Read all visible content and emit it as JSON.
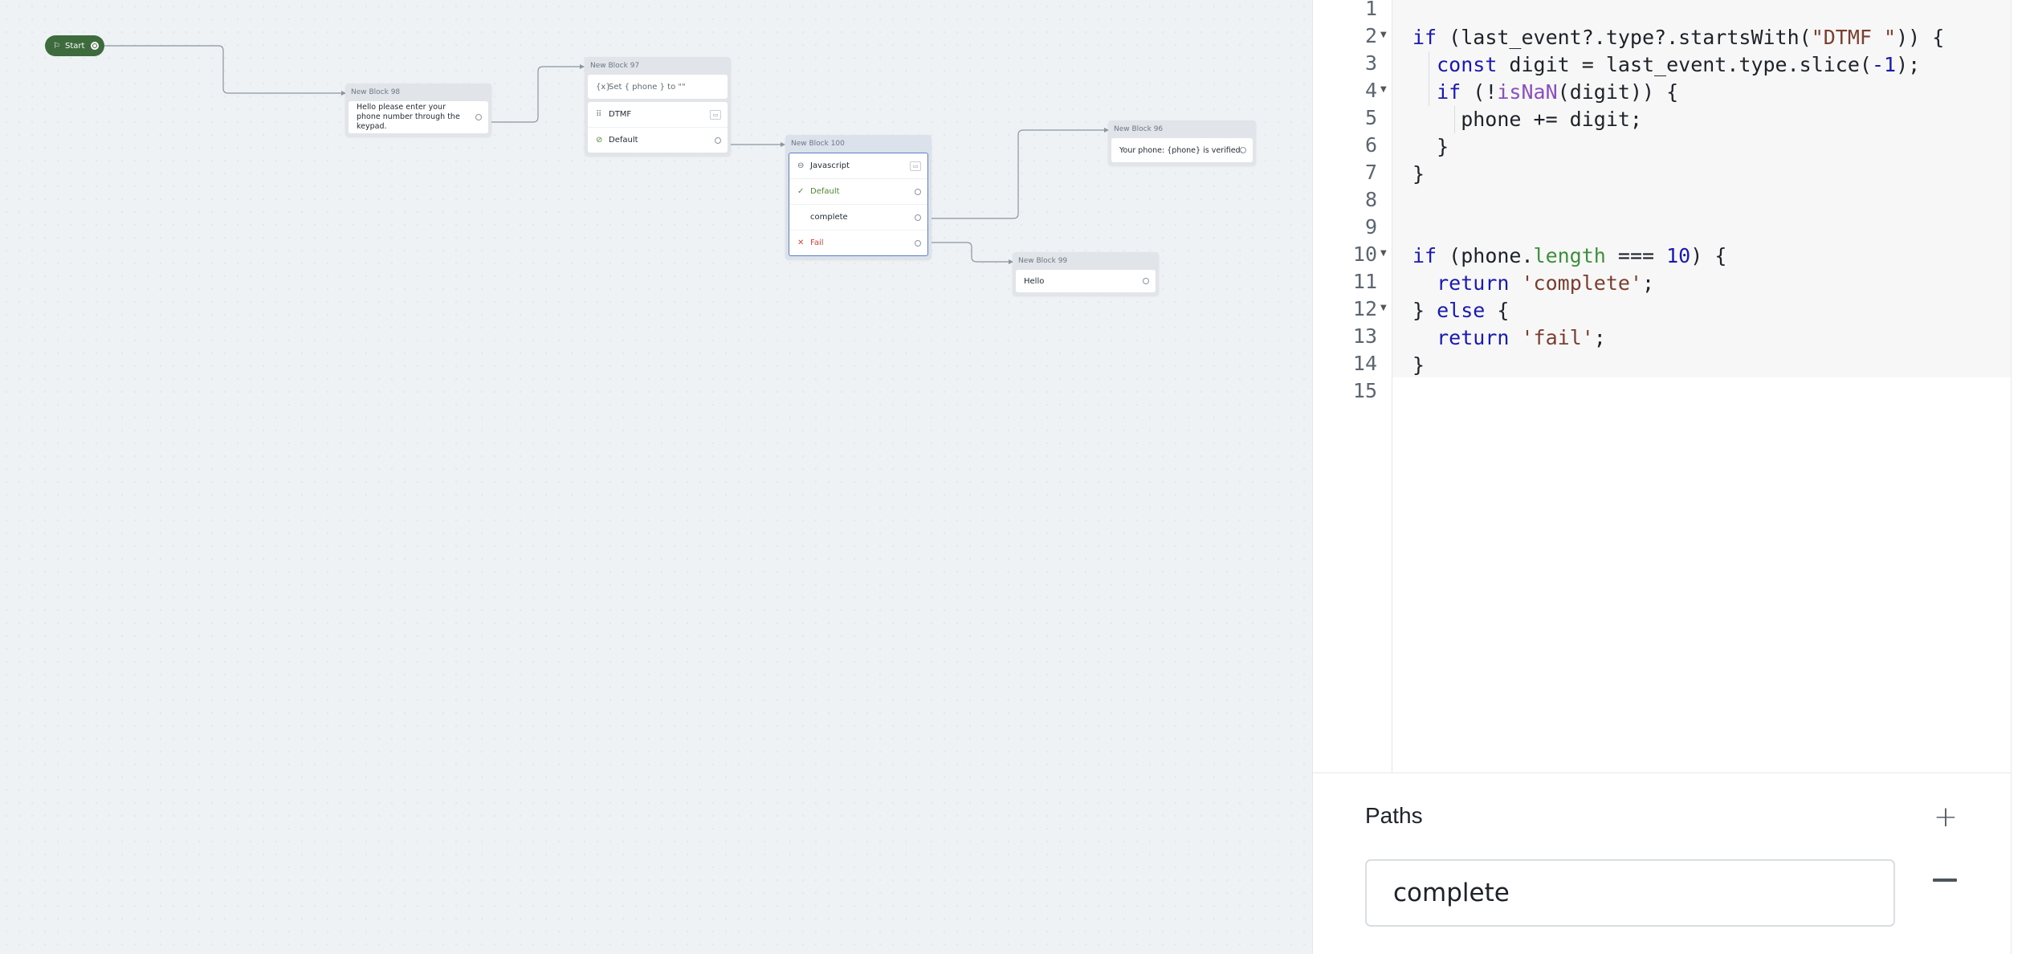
{
  "canvas": {
    "start": {
      "label": "Start"
    },
    "blocks": [
      {
        "title": "New Block 98",
        "steps": [
          {
            "text": "Hello please enter your phone number through the keypad."
          }
        ]
      },
      {
        "title": "New Block 97",
        "steps": [
          {
            "text": "Set { phone } to \"\""
          },
          {
            "text": "DTMF"
          },
          {
            "text": "Default"
          }
        ]
      },
      {
        "title": "New Block 100",
        "steps": [
          {
            "text": "Javascript"
          },
          {
            "text": "Default"
          },
          {
            "text": "complete"
          },
          {
            "text": "Fail"
          }
        ]
      },
      {
        "title": "New Block 96",
        "steps": [
          {
            "text": "Your phone: {phone} is verified."
          }
        ]
      },
      {
        "title": "New Block 99",
        "steps": [
          {
            "text": "Hello"
          }
        ]
      }
    ]
  },
  "editor": {
    "line_numbers": [
      "1",
      "2",
      "3",
      "4",
      "5",
      "6",
      "7",
      "8",
      "9",
      "10",
      "11",
      "12",
      "13",
      "14",
      "15"
    ]
  },
  "paths": {
    "title": "Paths",
    "items": [
      {
        "value": "complete"
      }
    ]
  }
}
